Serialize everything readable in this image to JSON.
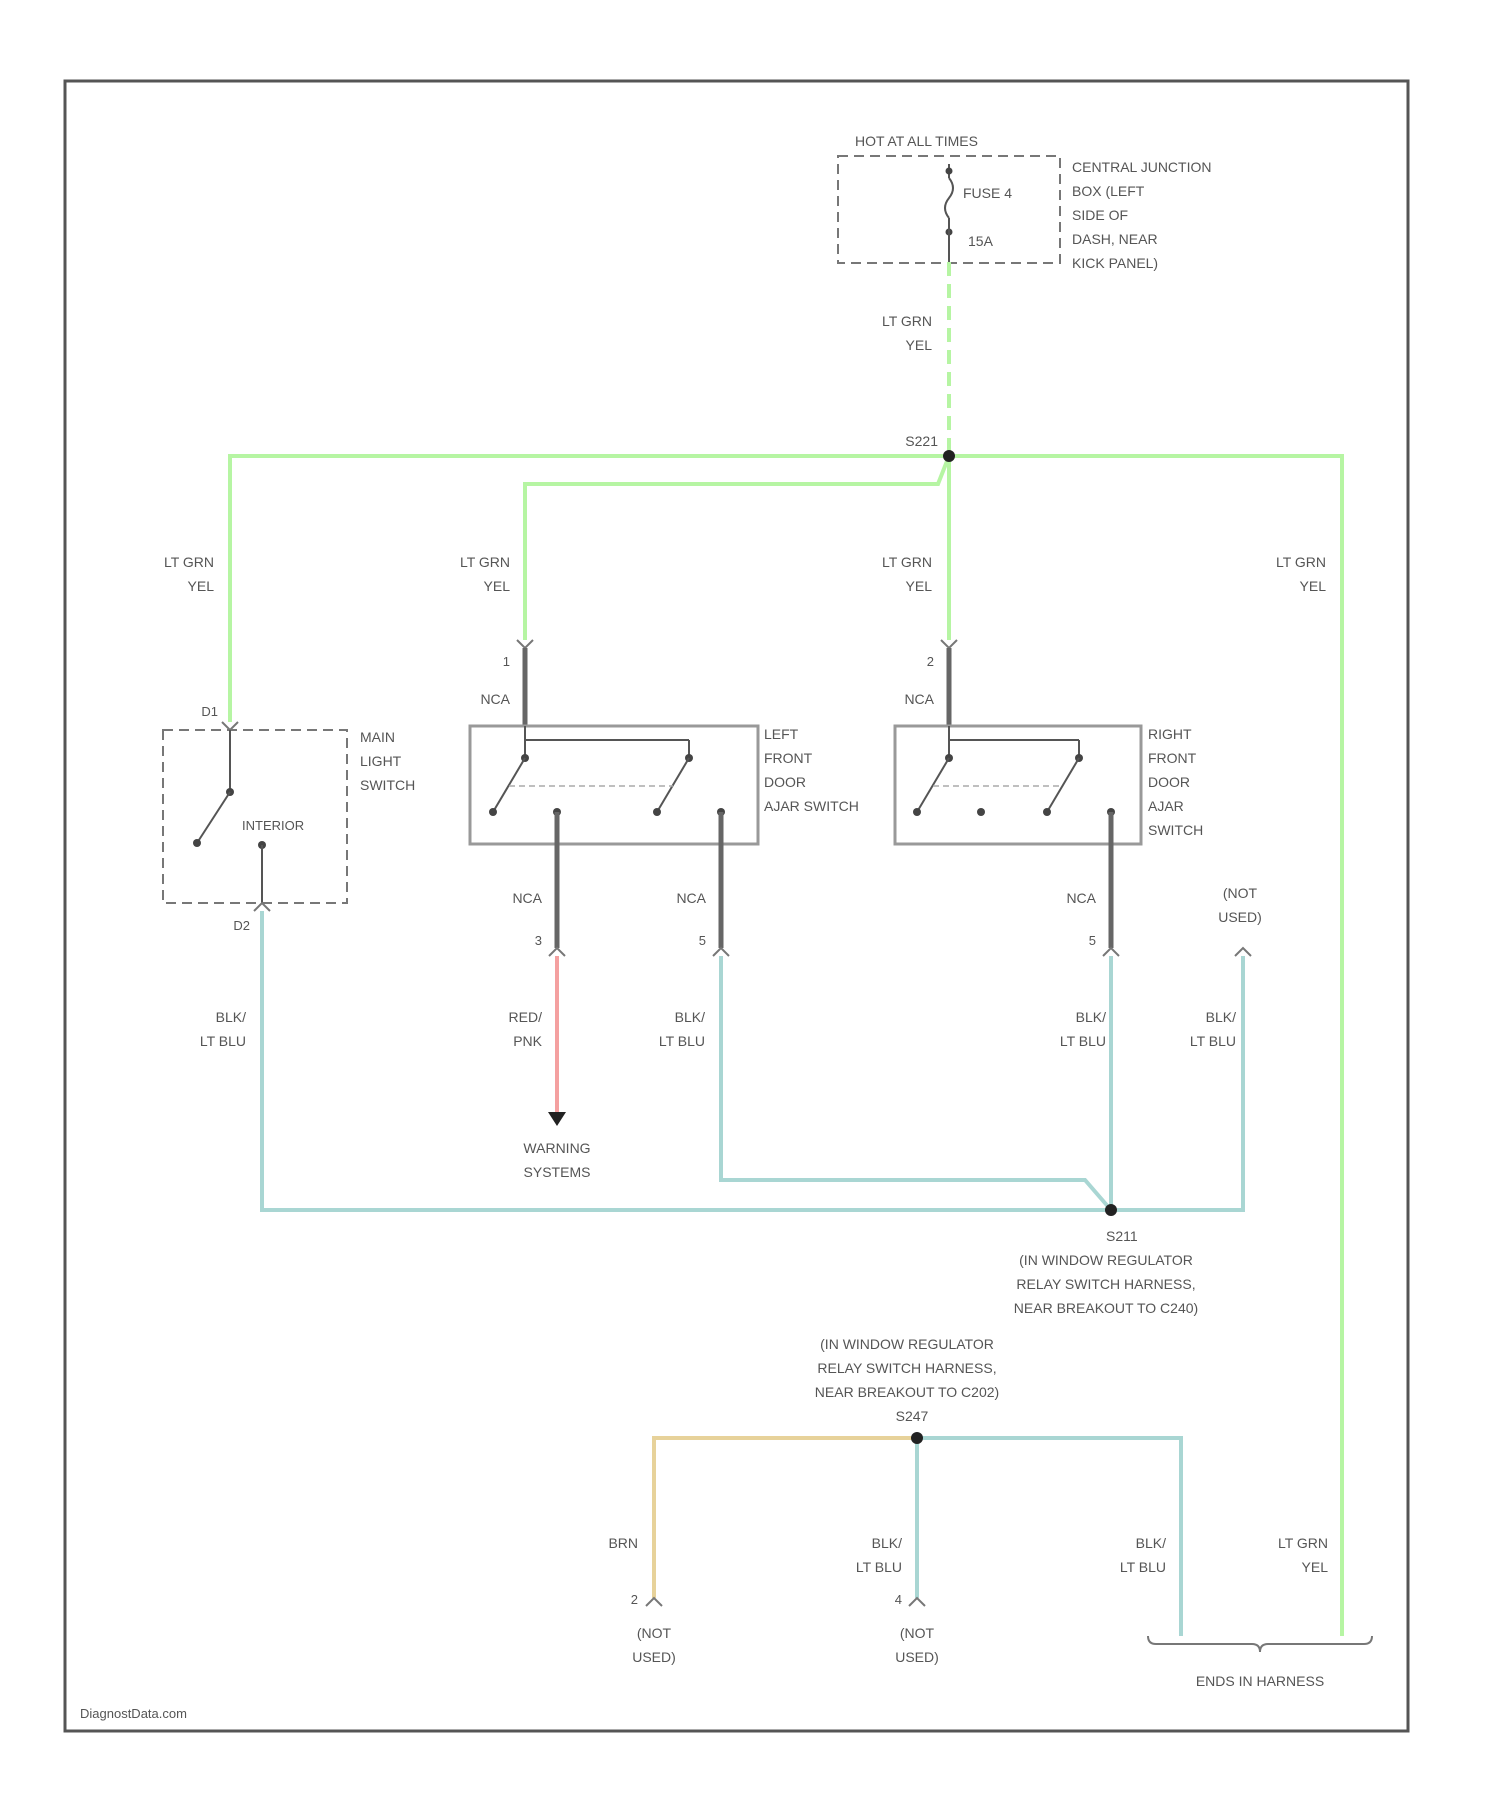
{
  "colors": {
    "lt_grn_yel": "#b6f5a3",
    "blk_lt_blu": "#a9d6d3",
    "red_pnk": "#f4a0a0",
    "brn": "#e7d29a",
    "nca": "#666666",
    "border": "#555555"
  },
  "fuse_block": {
    "top_label": "HOT AT ALL TIMES",
    "fuse_name": "FUSE 4",
    "amps": "15A",
    "location_lines": [
      "CENTRAL JUNCTION",
      "BOX (LEFT",
      "SIDE OF",
      "DASH, NEAR",
      "KICK PANEL)"
    ]
  },
  "wires": {
    "feed_color": [
      "LT GRN",
      "YEL"
    ],
    "splice_top": "S221",
    "branch1": [
      "LT GRN",
      "YEL"
    ],
    "branch2": [
      "LT GRN",
      "YEL"
    ],
    "branch3": [
      "LT GRN",
      "YEL"
    ],
    "branch4": [
      "LT GRN",
      "YEL"
    ],
    "blu1": [
      "BLK/",
      "LT BLU"
    ],
    "blu2": [
      "BLK/",
      "LT BLU"
    ],
    "blu3": [
      "BLK/",
      "LT BLU"
    ],
    "blu4": [
      "BLK/",
      "LT BLU"
    ],
    "red": [
      "RED/",
      "PNK"
    ],
    "brn": "BRN",
    "blu5": [
      "BLK/",
      "LT BLU"
    ],
    "blu6": [
      "BLK/",
      "LT BLU"
    ],
    "grn_bottom": [
      "LT GRN",
      "YEL"
    ]
  },
  "main_light_switch": {
    "label_lines": [
      "MAIN",
      "LIGHT",
      "SWITCH"
    ],
    "contact_label": "INTERIOR",
    "pin_top": "D1",
    "pin_bottom": "D2"
  },
  "left_door_switch": {
    "label_lines": [
      "LEFT",
      "FRONT",
      "DOOR",
      "AJAR SWITCH"
    ],
    "pin_top": "1",
    "nca_top": "NCA",
    "pin_a": "3",
    "nca_a": "NCA",
    "pin_b": "5",
    "nca_b": "NCA"
  },
  "right_door_switch": {
    "label_lines": [
      "RIGHT",
      "FRONT",
      "DOOR",
      "AJAR",
      "SWITCH"
    ],
    "pin_top": "2",
    "nca_top": "NCA",
    "pin_b": "5",
    "nca_b": "NCA"
  },
  "not_used_top": [
    "(NOT",
    "USED)"
  ],
  "warning": [
    "WARNING",
    "SYSTEMS"
  ],
  "splice_mid": {
    "id": "S211",
    "desc": [
      "(IN WINDOW REGULATOR",
      "RELAY SWITCH HARNESS,",
      "NEAR BREAKOUT TO C240)"
    ]
  },
  "splice_bottom": {
    "desc": [
      "(IN WINDOW REGULATOR",
      "RELAY SWITCH HARNESS,",
      "NEAR BREAKOUT TO C202)"
    ],
    "id": "S247"
  },
  "bottom_conn": {
    "pin_brn": "2",
    "pin_blu": "4",
    "not_used": [
      "(NOT",
      "USED)"
    ],
    "ends": "ENDS IN HARNESS"
  },
  "watermark": "DiagnostData.com"
}
